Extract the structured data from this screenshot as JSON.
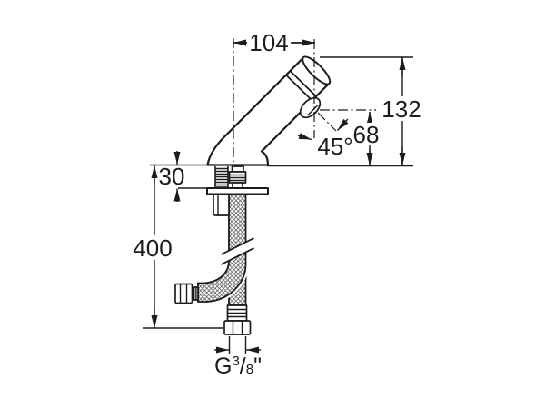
{
  "drawing": {
    "subject": "self-closing basin faucet installation drawing with flexible supply hose",
    "background": "#ffffff",
    "line_color": "#1c1c1c",
    "dimensions": {
      "width_top": "104",
      "height_total": "132",
      "height_spout": "68",
      "spout_angle": "45°",
      "deck_thickness": "30",
      "hose_length": "400",
      "thread_g": "G",
      "thread_num": "3",
      "thread_slash": "/",
      "thread_den": "8",
      "thread_inch": "\""
    }
  }
}
